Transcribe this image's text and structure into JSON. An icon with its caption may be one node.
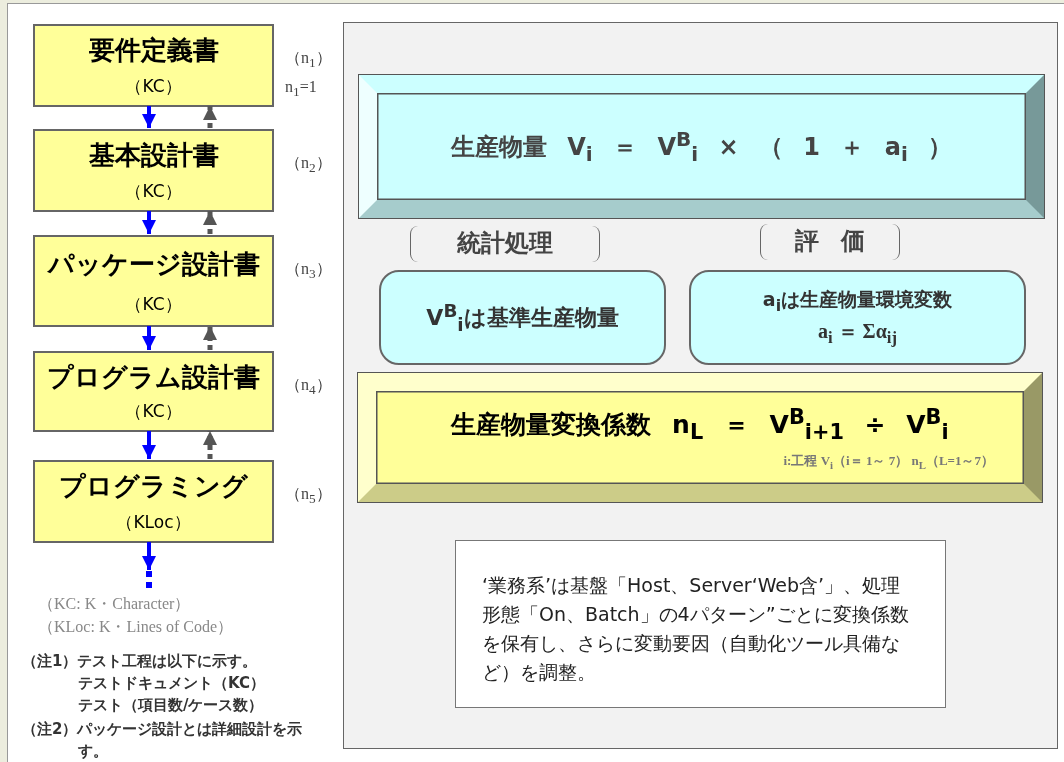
{
  "diagram": {
    "nodes": [
      {
        "text": [
          "要件定義書",
          "（KC）"
        ],
        "beside": [
          "（n$_{1}$）",
          "n$_{1}$=1"
        ]
      },
      {
        "text": [
          "基本設計書",
          "（KC）"
        ],
        "beside": [
          "（n$_{2}$）"
        ]
      },
      {
        "text": [
          "パッケージ設計書",
          "（KC）"
        ],
        "beside": [
          "（n$_{3}$）"
        ]
      },
      {
        "text": [
          "プログラム設計書",
          "（KC）"
        ],
        "beside": [
          "（n$_{4}$）"
        ]
      },
      {
        "text": [
          "プログラミング",
          "（KLoc）"
        ],
        "beside": [
          "（n$_{5}$）"
        ]
      },
      {
        "text": [],
        "shape": "box"
      },
      {
        "text": [
          "生産物量 V$_{i}$ ＝ V$^{B}$$_{i}$ × （ 1 ＋ a$_{i}$ ）"
        ],
        "in": 5
      },
      {
        "text": [
          "V$^{B}$$_{i}$は基準生産物量"
        ],
        "in": 5
      },
      {
        "text": [
          "a$_{i}$は生産物量環境変数",
          "a$_{i}$ ＝ Σα$_{ij}$"
        ],
        "in": 5
      },
      {
        "text": [
          "生産物量変換係数 n$_{L}$ ＝ V$^{B}$$_{i+1}$ ÷ V$^{B}$$_{i}$",
          "i:工程 V$_{i}$（i＝ 1～ 7） n$_{L}$（L=1～7）"
        ],
        "in": 5
      },
      {
        "text": [
          "‘業務系’は基盤「Host、Server‘Web含’」、処理形態「On、Batch」の4パターン”ごとに変換係数を保有し、さらに変動要因（自動化ツール具備など）を調整。"
        ],
        "in": 5
      }
    ],
    "edges": [
      {
        "from": 0,
        "to": 1,
        "arrow": "to"
      },
      {
        "from": 1,
        "to": 0,
        "arrow": "to",
        "style": "dashed",
        "color": "#555555"
      },
      {
        "from": 1,
        "to": 2,
        "arrow": "to"
      },
      {
        "from": 2,
        "to": 1,
        "arrow": "to",
        "style": "dashed",
        "color": "#555555"
      },
      {
        "from": 2,
        "to": 3,
        "arrow": "to"
      },
      {
        "from": 3,
        "to": 2,
        "arrow": "to",
        "style": "dashed",
        "color": "#555555"
      },
      {
        "from": 3,
        "to": 4,
        "arrow": "to"
      },
      {
        "from": 4,
        "to": 3,
        "arrow": "to",
        "style": "dashed",
        "color": "#555555"
      },
      {
        "from": 4,
        "to": null,
        "arrow": "to"
      }
    ],
    "labels": [
      "統計処理",
      "評 価",
      "（KC: K・Character）",
      "（KLoc: K・Lines of Code）",
      "（注1）テスト工程は以下に示す。",
      "テストドキュメント（KC）",
      "テスト（項目数/ケース数）",
      "（注2）パッケージ設計とは詳細設計を示す。"
    ]
  }
}
